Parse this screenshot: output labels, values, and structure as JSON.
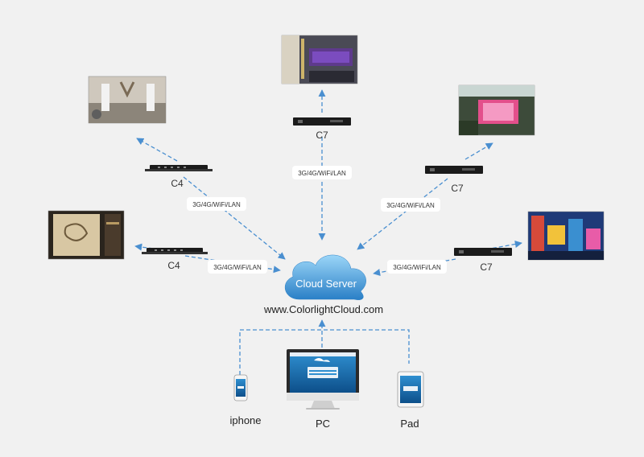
{
  "cloud": {
    "label": "Cloud Server",
    "url": "www.ColorlightCloud.com"
  },
  "link_label": "3G/4G/WiFi/LAN",
  "controllers": [
    {
      "id": "c4-top",
      "model": "C4"
    },
    {
      "id": "c7-top",
      "model": "C7"
    },
    {
      "id": "c7-right-top",
      "model": "C7"
    },
    {
      "id": "c4-left",
      "model": "C4"
    },
    {
      "id": "c7-right",
      "model": "C7"
    }
  ],
  "devices": [
    {
      "id": "iphone",
      "label": "iphone"
    },
    {
      "id": "pc",
      "label": "PC"
    },
    {
      "id": "pad",
      "label": "Pad"
    }
  ],
  "colors": {
    "background": "#f1f1f1",
    "arrow": "#4a8fd0",
    "cloud_light": "#8fd0f6",
    "cloud_dark": "#2d86cc",
    "label_box": "#ffffff"
  }
}
